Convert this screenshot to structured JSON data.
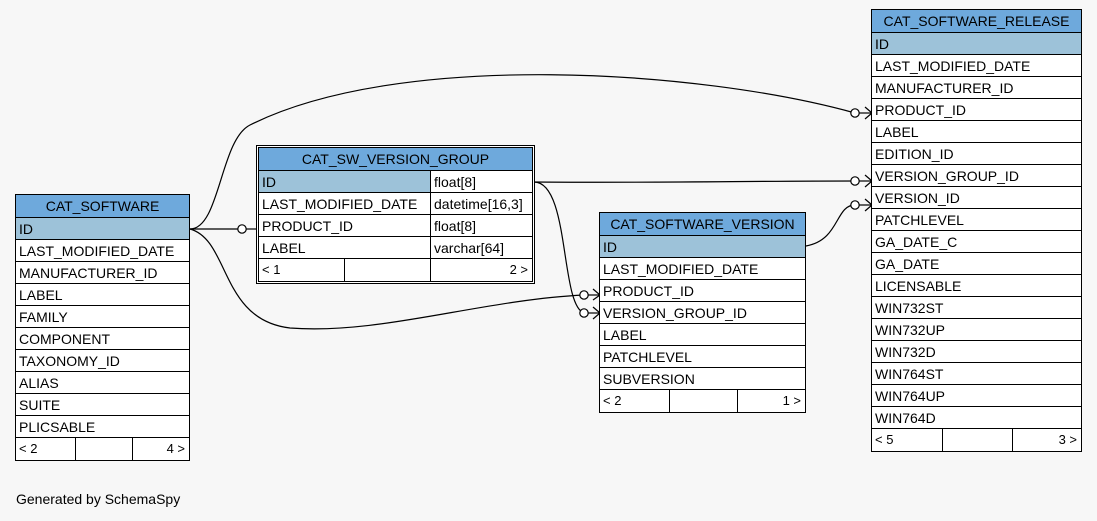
{
  "tables": {
    "cat_software": {
      "name": "CAT_SOFTWARE",
      "columns": [
        "ID",
        "LAST_MODIFIED_DATE",
        "MANUFACTURER_ID",
        "LABEL",
        "FAMILY",
        "COMPONENT",
        "TAXONOMY_ID",
        "ALIAS",
        "SUITE",
        "PLICSABLE"
      ],
      "footer_left": "< 2",
      "footer_right": "4 >"
    },
    "cat_sw_version_group": {
      "name": "CAT_SW_VERSION_GROUP",
      "columns": [
        {
          "name": "ID",
          "type": "float[8]"
        },
        {
          "name": "LAST_MODIFIED_DATE",
          "type": "datetime[16,3]"
        },
        {
          "name": "PRODUCT_ID",
          "type": "float[8]"
        },
        {
          "name": "LABEL",
          "type": "varchar[64]"
        }
      ],
      "footer_left": "< 1",
      "footer_right": "2 >"
    },
    "cat_software_version": {
      "name": "CAT_SOFTWARE_VERSION",
      "columns": [
        "ID",
        "LAST_MODIFIED_DATE",
        "PRODUCT_ID",
        "VERSION_GROUP_ID",
        "LABEL",
        "PATCHLEVEL",
        "SUBVERSION"
      ],
      "footer_left": "< 2",
      "footer_right": "1 >"
    },
    "cat_software_release": {
      "name": "CAT_SOFTWARE_RELEASE",
      "columns": [
        "ID",
        "LAST_MODIFIED_DATE",
        "MANUFACTURER_ID",
        "PRODUCT_ID",
        "LABEL",
        "EDITION_ID",
        "VERSION_GROUP_ID",
        "VERSION_ID",
        "PATCHLEVEL",
        "GA_DATE_C",
        "GA_DATE",
        "LICENSABLE",
        "WIN732ST",
        "WIN732UP",
        "WIN732D",
        "WIN764ST",
        "WIN764UP",
        "WIN764D"
      ],
      "footer_left": "< 5",
      "footer_right": "3 >"
    }
  },
  "footer": "Generated by SchemaSpy"
}
